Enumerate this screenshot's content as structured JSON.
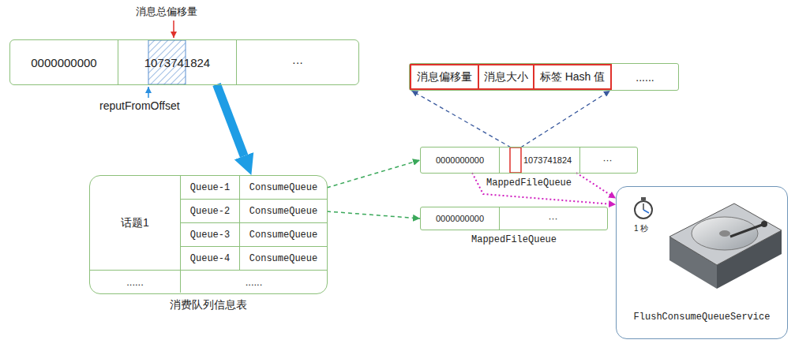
{
  "diagram": {
    "nodes": [
      {
        "text": []
      },
      {
        "text": [
          "0000000000"
        ],
        "in": 0
      },
      {
        "text": [
          "1073741824"
        ],
        "in": 0
      },
      {
        "text": [
          "···"
        ],
        "in": 0
      },
      {
        "text": [
          "消费队列信息表"
        ]
      },
      {
        "text": [
          "话题1"
        ],
        "in": 4
      },
      {
        "text": [
          "Queue-1"
        ],
        "in": 4
      },
      {
        "text": [
          "ConsumeQueue"
        ],
        "in": 4
      },
      {
        "text": [
          "Queue-2"
        ],
        "in": 4
      },
      {
        "text": [
          "ConsumeQueue"
        ],
        "in": 4
      },
      {
        "text": [
          "Queue-3"
        ],
        "in": 4
      },
      {
        "text": [
          "ConsumeQueue"
        ],
        "in": 4
      },
      {
        "text": [
          "Queue-4"
        ],
        "in": 4
      },
      {
        "text": [
          "ConsumeQueue"
        ],
        "in": 4
      },
      {
        "text": [
          "......"
        ],
        "in": 4
      },
      {
        "text": [
          "......"
        ],
        "in": 4
      },
      {
        "text": []
      },
      {
        "text": [
          "消息偏移量"
        ],
        "in": 16
      },
      {
        "text": [
          "消息大小"
        ],
        "in": 16
      },
      {
        "text": [
          "标签 Hash 值"
        ],
        "in": 16
      },
      {
        "text": [
          "......"
        ],
        "in": 16
      },
      {
        "text": [
          "MappedFileQueue"
        ]
      },
      {
        "text": [
          "0000000000"
        ],
        "in": 21
      },
      {
        "text": [
          "1073741824"
        ],
        "in": 21
      },
      {
        "text": [
          "···"
        ],
        "in": 21
      },
      {
        "text": [
          "MappedFileQueue"
        ]
      },
      {
        "text": [
          "0000000000"
        ],
        "in": 25
      },
      {
        "text": [
          "···"
        ],
        "in": 25
      },
      {
        "text": [
          "FlushConsumeQueueService"
        ]
      }
    ],
    "edges": [
      {
        "from": 2,
        "to": 4,
        "arrow": "to"
      },
      {
        "from": 7,
        "to": 21,
        "arrow": "to"
      },
      {
        "from": 9,
        "to": 25,
        "arrow": "to"
      },
      {
        "from": 23,
        "to": 16,
        "arrow": "to"
      },
      {
        "from": 23,
        "to": 16,
        "arrow": "to"
      },
      {
        "from": 22,
        "to": 28,
        "arrow": "to"
      },
      {
        "from": 23,
        "to": 28,
        "arrow": "to"
      }
    ],
    "labels": [
      "消息总偏移量",
      "reputFromOffset",
      "1 秒"
    ]
  }
}
